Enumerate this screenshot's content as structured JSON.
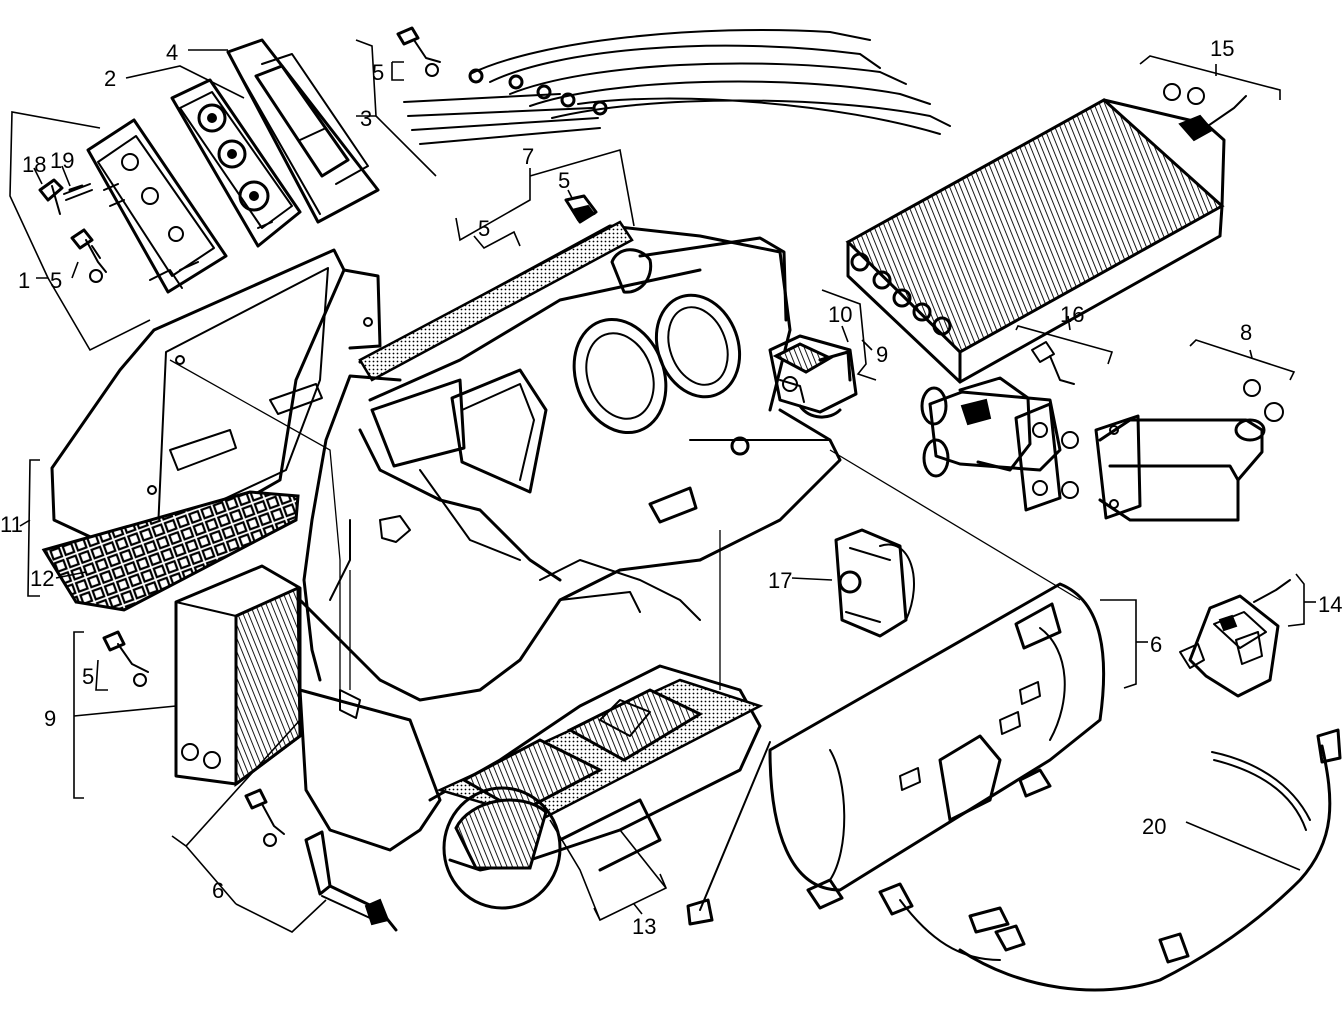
{
  "callouts": [
    {
      "id": "c1",
      "text": "1"
    },
    {
      "id": "c2",
      "text": "2"
    },
    {
      "id": "c3",
      "text": "3"
    },
    {
      "id": "c4",
      "text": "4"
    },
    {
      "id": "c5a",
      "text": "5"
    },
    {
      "id": "c5b",
      "text": "5"
    },
    {
      "id": "c5c",
      "text": "5"
    },
    {
      "id": "c5d",
      "text": "5"
    },
    {
      "id": "c5e",
      "text": "5"
    },
    {
      "id": "c6a",
      "text": "6"
    },
    {
      "id": "c6b",
      "text": "6"
    },
    {
      "id": "c7",
      "text": "7"
    },
    {
      "id": "c8",
      "text": "8"
    },
    {
      "id": "c9a",
      "text": "9"
    },
    {
      "id": "c9b",
      "text": "9"
    },
    {
      "id": "c10",
      "text": "10"
    },
    {
      "id": "c11",
      "text": "11"
    },
    {
      "id": "c12",
      "text": "12"
    },
    {
      "id": "c13",
      "text": "13"
    },
    {
      "id": "c14",
      "text": "14"
    },
    {
      "id": "c15",
      "text": "15"
    },
    {
      "id": "c16",
      "text": "16"
    },
    {
      "id": "c17",
      "text": "17"
    },
    {
      "id": "c18",
      "text": "18"
    },
    {
      "id": "c19",
      "text": "19"
    },
    {
      "id": "c20",
      "text": "20"
    }
  ]
}
